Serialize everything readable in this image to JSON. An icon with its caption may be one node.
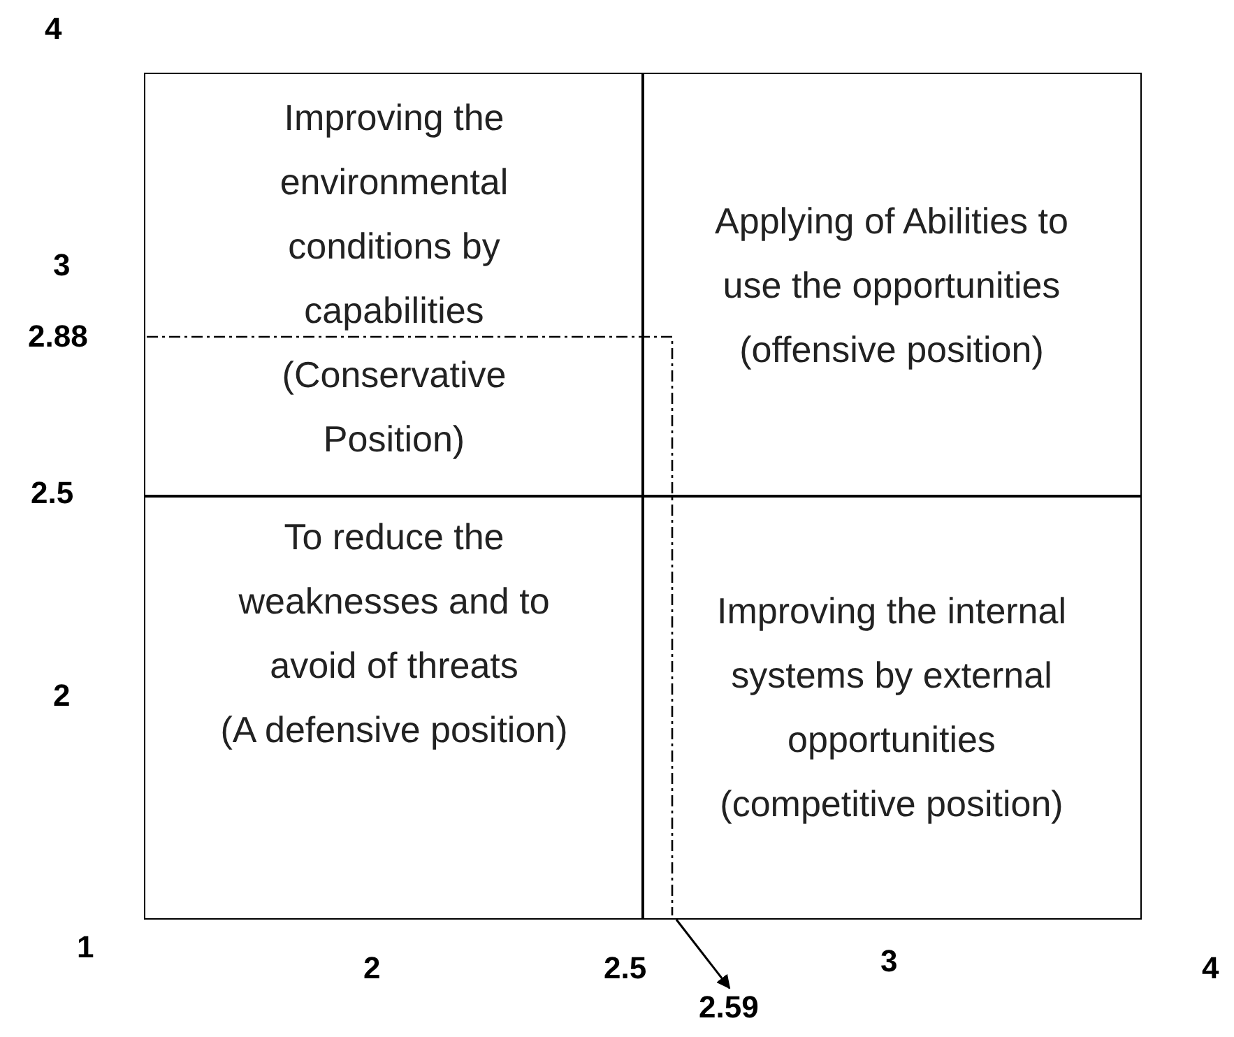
{
  "diagram": {
    "nodes": [
      {
        "text": [
          "Improving the environmental conditions by capabilities",
          "(Conservative Position)"
        ]
      },
      {
        "text": [
          "Applying of Abilities to use the opportunities",
          "(offensive position)"
        ]
      },
      {
        "text": [
          "To reduce the weaknesses and to avoid of threats",
          "(A defensive position)"
        ]
      },
      {
        "text": [
          "Improving the internal systems by external opportunities",
          "(competitive position)"
        ]
      },
      {
        "text": [
          "2.59"
        ]
      }
    ],
    "edges": [
      {
        "from": 3,
        "to": 4,
        "arrow": "to"
      }
    ],
    "labels": [
      "4",
      "3",
      "2.88",
      "2.5",
      "2",
      "1",
      "2",
      "2.5",
      "3",
      "4"
    ]
  }
}
